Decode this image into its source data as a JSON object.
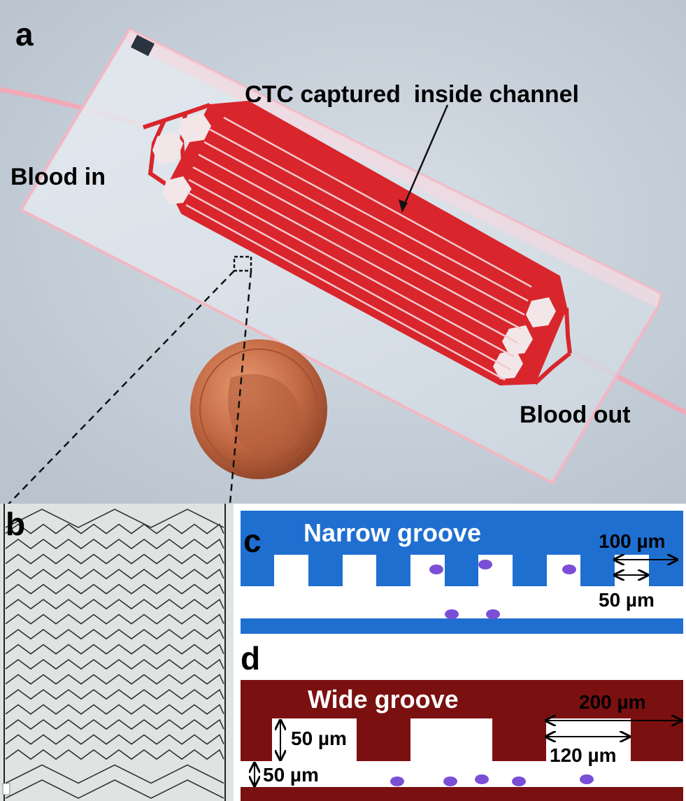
{
  "panel_a": {
    "letter": "a",
    "annotation_ctc": "CTC captured  inside channel",
    "label_in": "Blood in",
    "label_out": "Blood out"
  },
  "panel_b": {
    "letter": "b"
  },
  "panel_c": {
    "letter": "c",
    "title": "Narrow groove",
    "dim_period": "100 µm",
    "dim_gap": "50 µm",
    "color": "#1f6fd1"
  },
  "panel_d": {
    "letter": "d",
    "title": "Wide groove",
    "dim_period": "200 µm",
    "dim_gap": "120 µm",
    "dim_depth": "50 µm",
    "dim_channel": "50 µm",
    "color": "#7b1010"
  },
  "colors": {
    "channel_red": "#d8262c",
    "cell_purple": "#7a4fd6",
    "background_photo": "#c9d3de"
  }
}
